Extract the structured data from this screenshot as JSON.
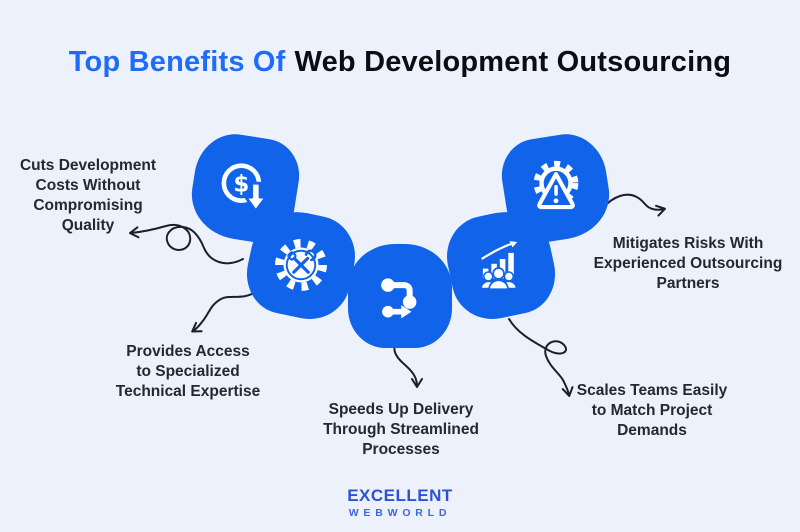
{
  "title": {
    "highlight": "Top Benefits Of",
    "rest": "Web Development Outsourcing"
  },
  "benefits": [
    {
      "name": "cost-reduction",
      "icon": "dollar-discount-icon",
      "label": "Cuts Development Costs Without Compromising Quality",
      "lines": [
        "Cuts Development",
        "Costs Without",
        "Compromising",
        "Quality"
      ]
    },
    {
      "name": "specialized-expertise",
      "icon": "gear-tools-icon",
      "label": "Provides Access to Specialized Technical Expertise",
      "lines": [
        "Provides Access",
        "to Specialized",
        "Technical Expertise"
      ]
    },
    {
      "name": "faster-delivery",
      "icon": "process-flow-icon",
      "label": "Speeds Up Delivery Through Streamlined Processes",
      "lines": [
        "Speeds Up Delivery",
        "Through Streamlined",
        "Processes"
      ]
    },
    {
      "name": "team-scalability",
      "icon": "team-growth-icon",
      "label": "Scales Teams Easily to Match Project Demands",
      "lines": [
        "Scales Teams Easily",
        "to Match Project",
        "Demands"
      ]
    },
    {
      "name": "risk-mitigation",
      "icon": "risk-warning-gear-icon",
      "label": "Mitigates Risks With Experienced Outsourcing Partners",
      "lines": [
        "Mitigates Risks With",
        "Experienced Outsourcing",
        "Partners"
      ]
    }
  ],
  "logo": {
    "primary": "EXCELLENT",
    "secondary": "WEBWORLD"
  },
  "colors": {
    "background": "#edf1fc",
    "tile_blue": "#1163e9",
    "title_highlight": "#1f6bfa",
    "title_text": "#0b0d12",
    "body_text": "#232833",
    "arrow": "#1c2026",
    "logo_blue": "#2b53d3"
  }
}
